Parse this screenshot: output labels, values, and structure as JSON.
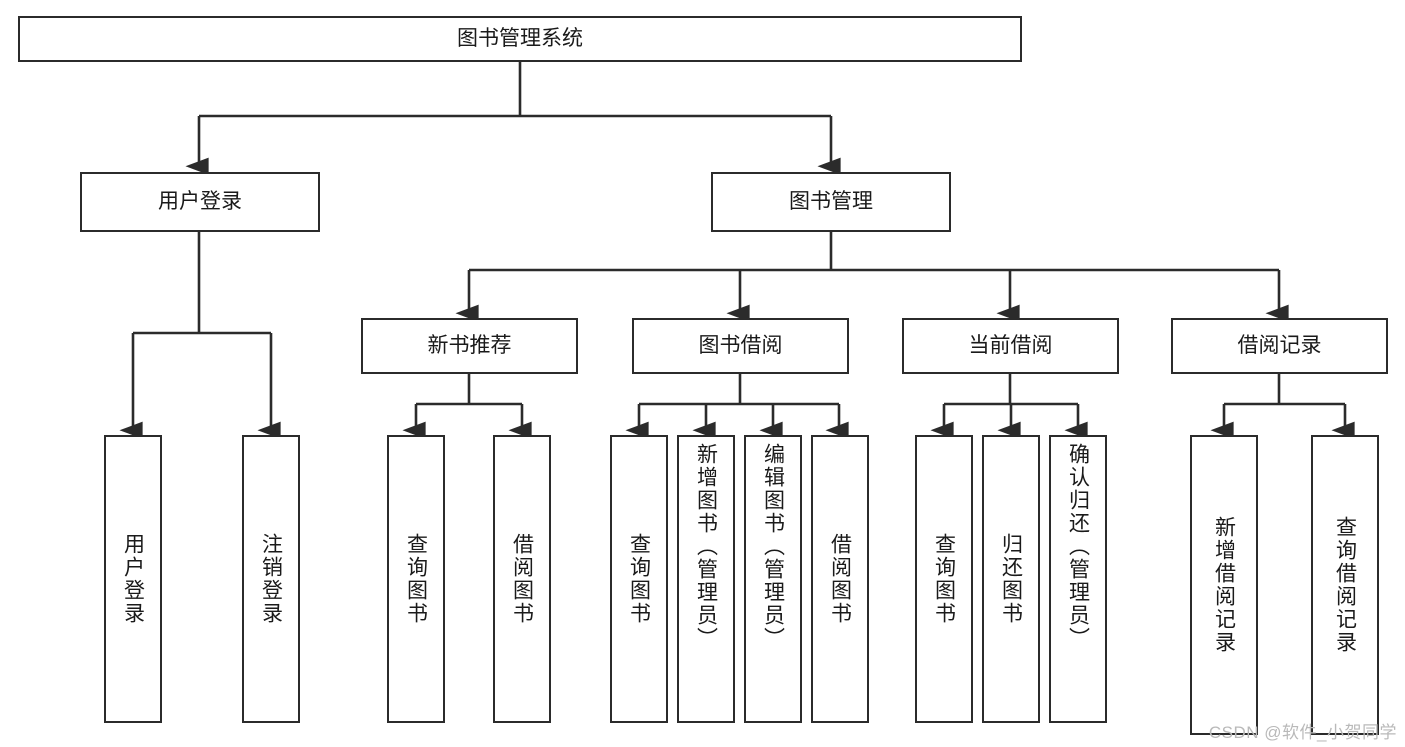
{
  "diagram": {
    "title": "图书管理系统",
    "type": "functional-hierarchy-tree",
    "orientation": "top-down",
    "theme": {
      "background": "#ffffff",
      "stroke": "#2b2b2b",
      "text": "#1a1a1a",
      "watermark_color": "#b9b9b9"
    },
    "root": {
      "id": "root",
      "label": "图书管理系统"
    },
    "level2": [
      {
        "id": "user-login",
        "label": "用户登录"
      },
      {
        "id": "book-manage",
        "label": "图书管理"
      }
    ],
    "level3": [
      {
        "id": "new-book-recommend",
        "label": "新书推荐",
        "parent": "book-manage"
      },
      {
        "id": "book-borrow",
        "label": "图书借阅",
        "parent": "book-manage"
      },
      {
        "id": "current-borrow",
        "label": "当前借阅",
        "parent": "book-manage"
      },
      {
        "id": "borrow-record",
        "label": "借阅记录",
        "parent": "book-manage"
      }
    ],
    "leaves": {
      "user_login": [
        {
          "id": "leaf-user-login",
          "label": "用户登录"
        },
        {
          "id": "leaf-logout",
          "label": "注销登录"
        }
      ],
      "new_book_recommend": [
        {
          "id": "leaf-query-book-1",
          "label": "查询图书"
        },
        {
          "id": "leaf-borrow-book-1",
          "label": "借阅图书"
        }
      ],
      "book_borrow": [
        {
          "id": "leaf-query-book-2",
          "label": "查询图书"
        },
        {
          "id": "leaf-add-book",
          "label": "新增图书（管理员）"
        },
        {
          "id": "leaf-edit-book",
          "label": "编辑图书（管理员）"
        },
        {
          "id": "leaf-borrow-book-2",
          "label": "借阅图书"
        }
      ],
      "current_borrow": [
        {
          "id": "leaf-query-book-3",
          "label": "查询图书"
        },
        {
          "id": "leaf-return-book",
          "label": "归还图书"
        },
        {
          "id": "leaf-confirm-return",
          "label": "确认归还（管理员）"
        }
      ],
      "borrow_record": [
        {
          "id": "leaf-add-record",
          "label": "新增借阅记录"
        },
        {
          "id": "leaf-query-record",
          "label": "查询借阅记录"
        }
      ]
    }
  },
  "watermark": {
    "text": "CSDN @软件_小贺同学"
  }
}
